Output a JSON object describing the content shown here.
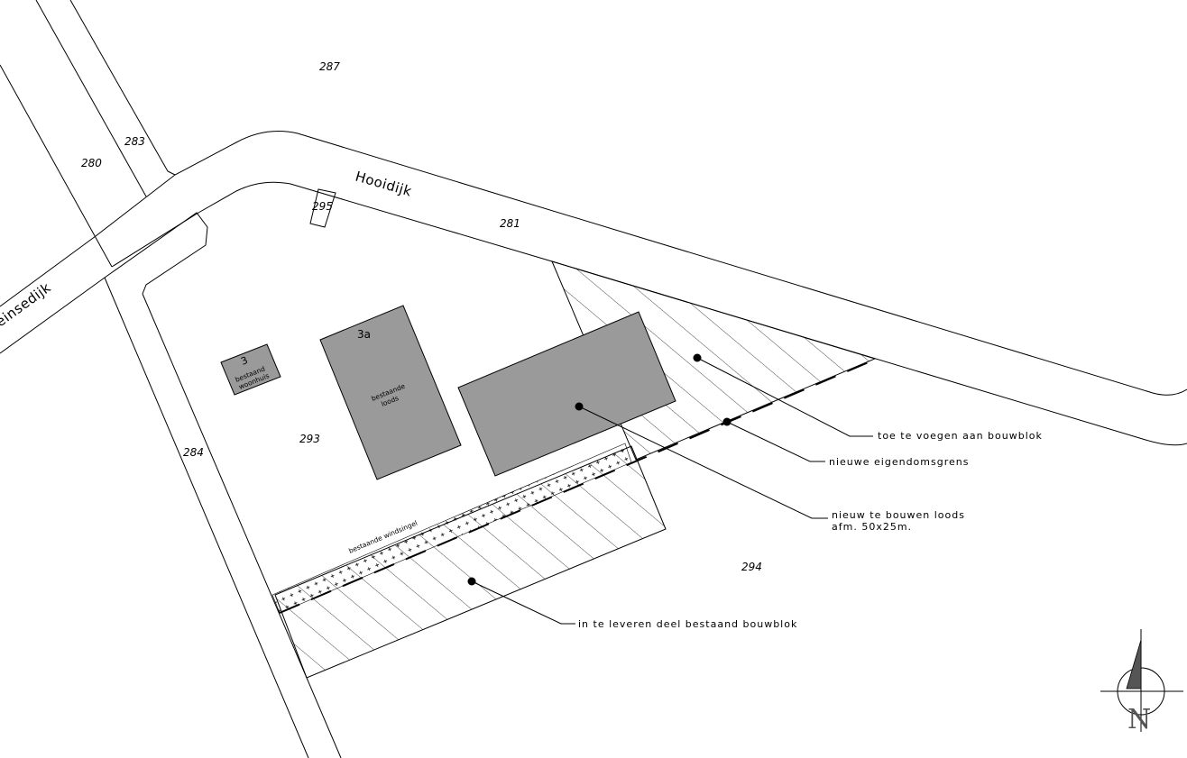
{
  "colors": {
    "building": "#9a9a9a",
    "line": "#000000",
    "background": "#ffffff"
  },
  "parcels": {
    "p287": "287",
    "p283": "283",
    "p280": "280",
    "p295": "295",
    "p281": "281",
    "p293": "293",
    "p284": "284",
    "p294": "294"
  },
  "roads": {
    "hooidijk": "Hooidijk",
    "left": "einsedijk"
  },
  "buildings": {
    "house_number": "3",
    "house_line1": "bestaand",
    "house_line2": "woonhuis",
    "barn_number": "3a",
    "barn_line1": "bestaande",
    "barn_line2": "loods"
  },
  "windbreak": "bestaande windsingel",
  "callouts": {
    "add_block": "toe te voegen aan bouwblok",
    "new_boundary": "nieuwe eigendomsgrens",
    "new_barn_line1": "nieuw te bouwen loods",
    "new_barn_line2": "afm. 50x25m.",
    "surrender_block": "in te leveren deel bestaand bouwblok"
  },
  "north_arrow": {
    "label": "N",
    "icon": "north-arrow-icon"
  }
}
